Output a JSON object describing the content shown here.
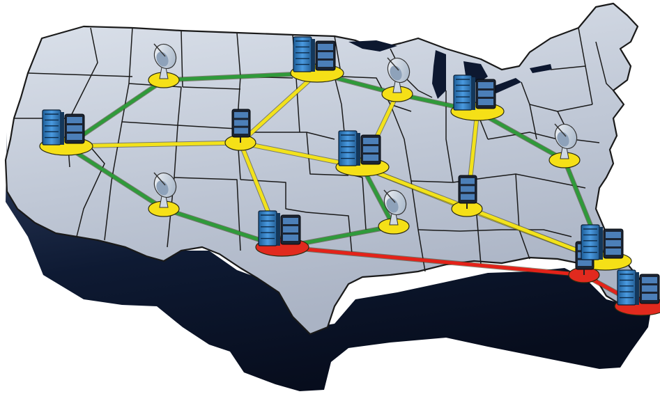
{
  "colors": {
    "background": "#ffffff",
    "land_top": "#c3cbd8",
    "land_shadow": "#0d1830",
    "state_border": "#1a1a1a",
    "link_green": "#2f9a3a",
    "link_yellow": "#f2e21c",
    "link_red": "#e32219",
    "pad_yellow": "#f5e017",
    "pad_red": "#e12a1e",
    "server_blue": "#3c86c9",
    "dark_unit": "#1b2432"
  },
  "legend": [],
  "nodes": [
    {
      "id": "west-coast-datacenter",
      "kind": "datacenter",
      "status": "yellow",
      "icon": "server-rack-icon"
    },
    {
      "id": "northwest-satellite",
      "kind": "satellite",
      "status": "yellow",
      "icon": "satellite-dish-icon"
    },
    {
      "id": "southwest-satellite",
      "kind": "satellite",
      "status": "yellow",
      "icon": "satellite-dish-icon"
    },
    {
      "id": "mountain-relay",
      "kind": "relay",
      "status": "yellow",
      "icon": "network-relay-icon"
    },
    {
      "id": "north-central-datacenter",
      "kind": "datacenter",
      "status": "yellow",
      "icon": "server-rack-icon"
    },
    {
      "id": "great-lakes-satellite",
      "kind": "satellite",
      "status": "yellow",
      "icon": "satellite-dish-icon"
    },
    {
      "id": "midwest-datacenter",
      "kind": "datacenter",
      "status": "yellow",
      "icon": "server-rack-icon"
    },
    {
      "id": "central-datacenter",
      "kind": "datacenter",
      "status": "yellow",
      "icon": "server-rack-icon"
    },
    {
      "id": "texas-datacenter",
      "kind": "datacenter",
      "status": "red",
      "icon": "server-rack-icon"
    },
    {
      "id": "south-central-satellite",
      "kind": "satellite",
      "status": "yellow",
      "icon": "satellite-dish-icon"
    },
    {
      "id": "southeast-relay",
      "kind": "relay",
      "status": "yellow",
      "icon": "network-relay-icon"
    },
    {
      "id": "east-coast-satellite",
      "kind": "satellite",
      "status": "yellow",
      "icon": "satellite-dish-icon"
    },
    {
      "id": "gulf-relay",
      "kind": "relay",
      "status": "red",
      "icon": "network-relay-icon"
    },
    {
      "id": "southeast-datacenter",
      "kind": "datacenter",
      "status": "yellow",
      "icon": "server-rack-icon"
    },
    {
      "id": "florida-datacenter",
      "kind": "datacenter",
      "status": "red",
      "icon": "server-rack-icon"
    }
  ],
  "links": [
    {
      "from": "west-coast-datacenter",
      "to": "northwest-satellite",
      "status": "green"
    },
    {
      "from": "northwest-satellite",
      "to": "north-central-datacenter",
      "status": "green"
    },
    {
      "from": "north-central-datacenter",
      "to": "great-lakes-satellite",
      "status": "green"
    },
    {
      "from": "great-lakes-satellite",
      "to": "midwest-datacenter",
      "status": "green"
    },
    {
      "from": "midwest-datacenter",
      "to": "east-coast-satellite",
      "status": "green"
    },
    {
      "from": "east-coast-satellite",
      "to": "southeast-datacenter",
      "status": "green"
    },
    {
      "from": "west-coast-datacenter",
      "to": "southwest-satellite",
      "status": "green"
    },
    {
      "from": "southwest-satellite",
      "to": "texas-datacenter",
      "status": "green"
    },
    {
      "from": "texas-datacenter",
      "to": "south-central-satellite",
      "status": "green"
    },
    {
      "from": "south-central-satellite",
      "to": "central-datacenter",
      "status": "green"
    },
    {
      "from": "west-coast-datacenter",
      "to": "mountain-relay",
      "status": "yellow"
    },
    {
      "from": "mountain-relay",
      "to": "north-central-datacenter",
      "status": "yellow"
    },
    {
      "from": "mountain-relay",
      "to": "central-datacenter",
      "status": "yellow"
    },
    {
      "from": "mountain-relay",
      "to": "texas-datacenter",
      "status": "yellow"
    },
    {
      "from": "great-lakes-satellite",
      "to": "central-datacenter",
      "status": "yellow"
    },
    {
      "from": "midwest-datacenter",
      "to": "southeast-relay",
      "status": "yellow"
    },
    {
      "from": "central-datacenter",
      "to": "southeast-relay",
      "status": "yellow"
    },
    {
      "from": "southeast-relay",
      "to": "southeast-datacenter",
      "status": "yellow"
    },
    {
      "from": "central-datacenter",
      "to": "southeast-datacenter",
      "status": "yellow"
    },
    {
      "from": "texas-datacenter",
      "to": "gulf-relay",
      "status": "red"
    },
    {
      "from": "gulf-relay",
      "to": "florida-datacenter",
      "status": "red"
    }
  ]
}
